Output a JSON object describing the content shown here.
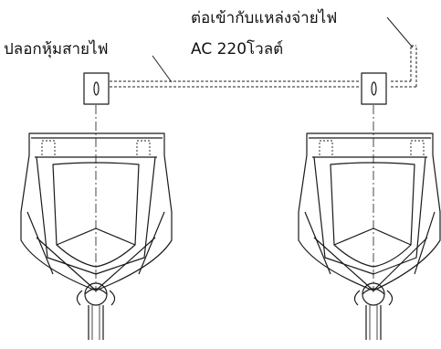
{
  "labels": {
    "conduit": "ปลอกหุ้มสายไฟ",
    "power_line1": "ต่อเข้ากับแหล่งจ่ายไฟ",
    "power_line2": "AC 220โวลต์"
  },
  "colors": {
    "line": "#1a1a1a",
    "background": "#ffffff"
  }
}
